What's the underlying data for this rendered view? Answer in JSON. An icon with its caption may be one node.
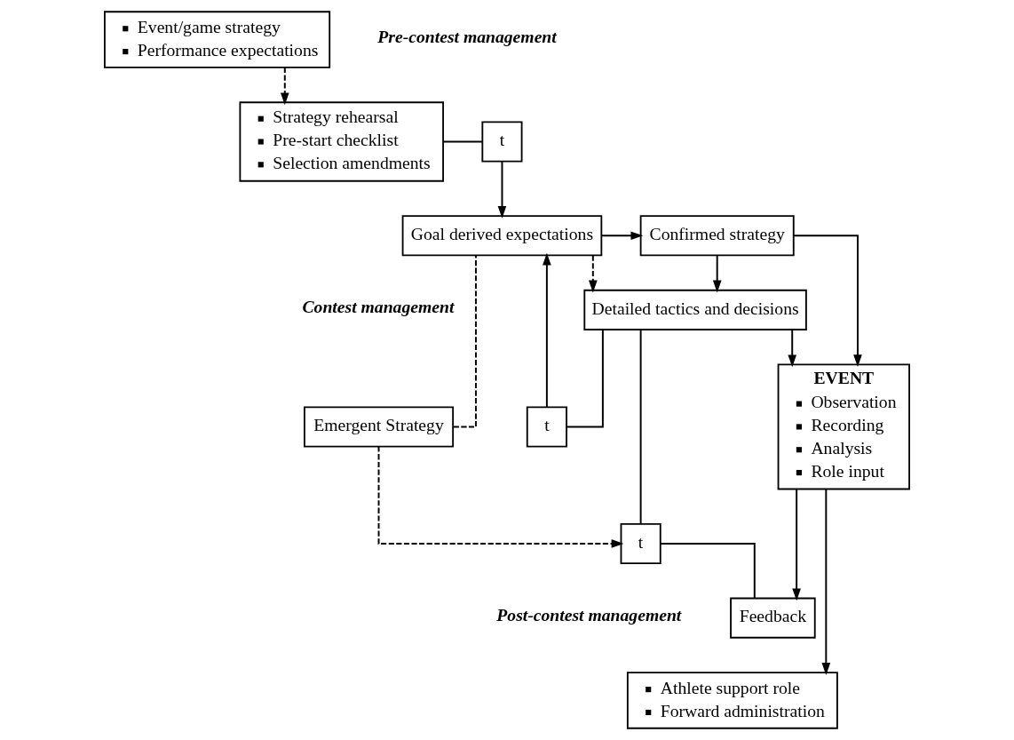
{
  "diagram": {
    "nodes": [
      {
        "text": [
          "Event/game strategy",
          "Performance expectations"
        ]
      },
      {
        "text": [
          "Strategy rehearsal",
          "Pre-start checklist",
          "Selection amendments"
        ]
      },
      {
        "text": [
          "t"
        ]
      },
      {
        "text": [
          "Goal derived expectations"
        ]
      },
      {
        "text": [
          "Confirmed strategy"
        ]
      },
      {
        "text": [
          "Detailed tactics and decisions"
        ]
      },
      {
        "text": [
          "EVENT",
          "Observation",
          "Recording",
          "Analysis",
          "Role input"
        ]
      },
      {
        "text": [
          "Emergent Strategy"
        ]
      },
      {
        "text": [
          "t"
        ]
      },
      {
        "text": [
          "t"
        ]
      },
      {
        "text": [
          "Feedback"
        ]
      },
      {
        "text": [
          "Athlete support role",
          "Forward administration"
        ]
      }
    ],
    "edges": [
      {
        "from": 0,
        "to": 1,
        "arrow": "to",
        "style": "dashed"
      },
      {
        "from": 1,
        "to": 2,
        "arrow": "none"
      },
      {
        "from": 2,
        "to": 3,
        "arrow": "to"
      },
      {
        "from": 3,
        "to": 4,
        "arrow": "to"
      },
      {
        "from": 4,
        "to": 5,
        "arrow": "to"
      },
      {
        "from": 4,
        "to": 6,
        "arrow": "to"
      },
      {
        "from": 3,
        "to": 5,
        "arrow": "to",
        "style": "dashed"
      },
      {
        "from": 7,
        "to": 3,
        "arrow": "none",
        "style": "dashed"
      },
      {
        "from": 8,
        "to": 3,
        "arrow": "to"
      },
      {
        "from": 5,
        "to": 8,
        "arrow": "none"
      },
      {
        "from": 5,
        "to": 9,
        "arrow": "none"
      },
      {
        "from": 9,
        "to": 10,
        "arrow": "none"
      },
      {
        "from": 7,
        "to": 9,
        "arrow": "to",
        "style": "dashed"
      },
      {
        "from": 5,
        "to": 6,
        "arrow": "to"
      },
      {
        "from": 6,
        "to": 10,
        "arrow": "to"
      },
      {
        "from": 6,
        "to": 11,
        "arrow": "to"
      }
    ],
    "labels": [
      "Pre-contest management",
      "Contest management",
      "Post-contest management"
    ]
  }
}
